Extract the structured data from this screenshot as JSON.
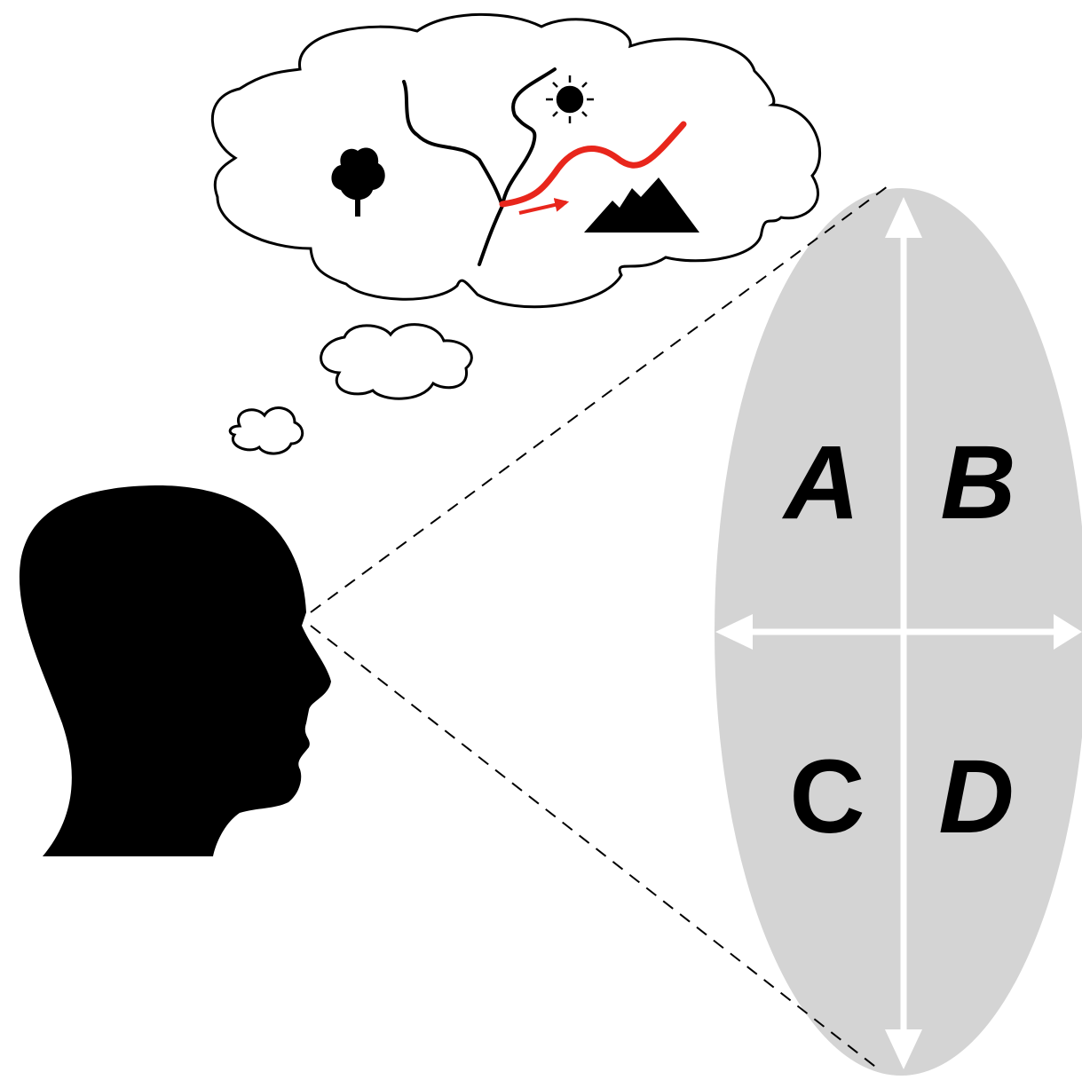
{
  "colors": {
    "ink": "#000000",
    "paper": "#ffffff",
    "ellipse_fill": "#d4d4d4",
    "axis_color": "#ffffff",
    "highlight_path": "#e8261c"
  },
  "icons": [
    "head-silhouette-icon",
    "thought-bubble-icon",
    "tree-icon",
    "sun-icon",
    "mountain-icon",
    "path-arrow-icon"
  ],
  "quadrants": {
    "top_left": "A",
    "top_right": "B",
    "bottom_left": "C",
    "bottom_right": "D"
  },
  "quadrant_styles": {
    "top_left": "italic",
    "top_right": "italic",
    "bottom_left": "normal",
    "bottom_right": "italic"
  }
}
